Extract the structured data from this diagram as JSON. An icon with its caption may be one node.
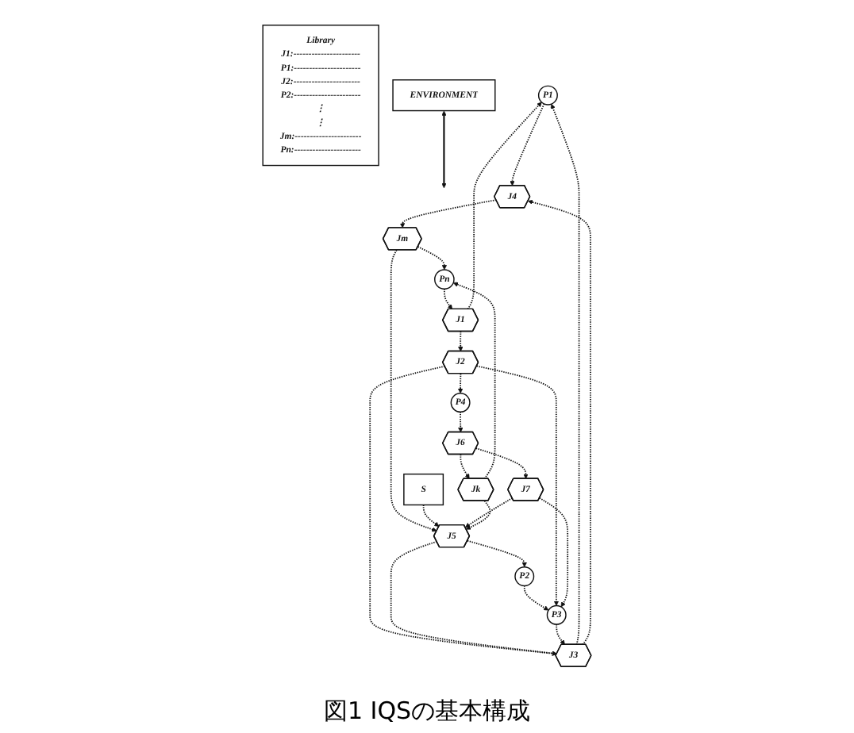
{
  "diagram": {
    "caption": "図1 IQSの基本構成",
    "nodes": [
      {
        "text": [
          "ENVIRONMENT"
        ]
      },
      {
        "text": [
          "P1"
        ]
      },
      {
        "text": [
          "J4"
        ]
      },
      {
        "text": [
          "Jm"
        ]
      },
      {
        "text": [
          "S"
        ]
      },
      {
        "text": [
          "J3"
        ]
      },
      {
        "text": [
          "P2"
        ]
      },
      {
        "text": [
          "J5"
        ]
      },
      {
        "text": [
          "P3"
        ]
      },
      {
        "text": [
          "J2"
        ]
      },
      {
        "text": [
          "J7"
        ]
      },
      {
        "text": [
          "P4"
        ]
      },
      {
        "text": [
          "J6"
        ]
      },
      {
        "text": [
          "Jk"
        ]
      },
      {
        "text": [
          "J1"
        ]
      },
      {
        "text": [
          "Pn"
        ]
      },
      {
        "text": [
          "Library",
          "J1:----------------------",
          "P1:----------------------",
          "J2:----------------------",
          "P2:----------------------",
          "⋮",
          "⋮",
          "Jm:----------------------",
          "Pn:----------------------"
        ]
      }
    ],
    "edges": [
      {
        "from": 0,
        "to": null,
        "arrow": "both"
      },
      {
        "from": 1,
        "to": 2,
        "arrow": "to",
        "style": "dashed"
      },
      {
        "from": 2,
        "to": 3,
        "arrow": "to",
        "style": "dashed"
      },
      {
        "from": 14,
        "to": 1,
        "arrow": "to",
        "style": "dashed"
      },
      {
        "from": 5,
        "to": 1,
        "arrow": "to",
        "style": "dashed"
      },
      {
        "from": 5,
        "to": 2,
        "arrow": "to",
        "style": "dashed"
      },
      {
        "from": 9,
        "to": 5,
        "arrow": "to",
        "style": "dashed"
      },
      {
        "from": 14,
        "to": 9,
        "arrow": "to",
        "style": "dashed"
      },
      {
        "from": 7,
        "to": 5,
        "arrow": "to",
        "style": "dashed"
      },
      {
        "from": 8,
        "to": 5,
        "arrow": "to",
        "style": "dashed"
      },
      {
        "from": 6,
        "to": 8,
        "arrow": "to",
        "style": "dashed"
      },
      {
        "from": 7,
        "to": 6,
        "arrow": "to",
        "style": "dashed"
      },
      {
        "from": 3,
        "to": 7,
        "arrow": "to",
        "style": "dashed"
      },
      {
        "from": 3,
        "to": 15,
        "arrow": "to",
        "style": "dashed"
      },
      {
        "from": 4,
        "to": 7,
        "arrow": "to",
        "style": "dashed"
      },
      {
        "from": 9,
        "to": 8,
        "arrow": "to",
        "style": "dashed"
      },
      {
        "from": 9,
        "to": 11,
        "arrow": "to",
        "style": "dashed"
      },
      {
        "from": 11,
        "to": 12,
        "arrow": "to",
        "style": "dashed"
      },
      {
        "from": 12,
        "to": 10,
        "arrow": "to",
        "style": "dashed"
      },
      {
        "from": 10,
        "to": 8,
        "arrow": "to",
        "style": "dashed"
      },
      {
        "from": 10,
        "to": 7,
        "arrow": "to",
        "style": "dashed"
      },
      {
        "from": 12,
        "to": 13,
        "arrow": "to",
        "style": "dashed"
      },
      {
        "from": 13,
        "to": 7,
        "arrow": "to",
        "style": "dashed"
      },
      {
        "from": 13,
        "to": 15,
        "arrow": "to",
        "style": "dashed"
      },
      {
        "from": 15,
        "to": 14,
        "arrow": "to",
        "style": "dashed"
      }
    ]
  }
}
